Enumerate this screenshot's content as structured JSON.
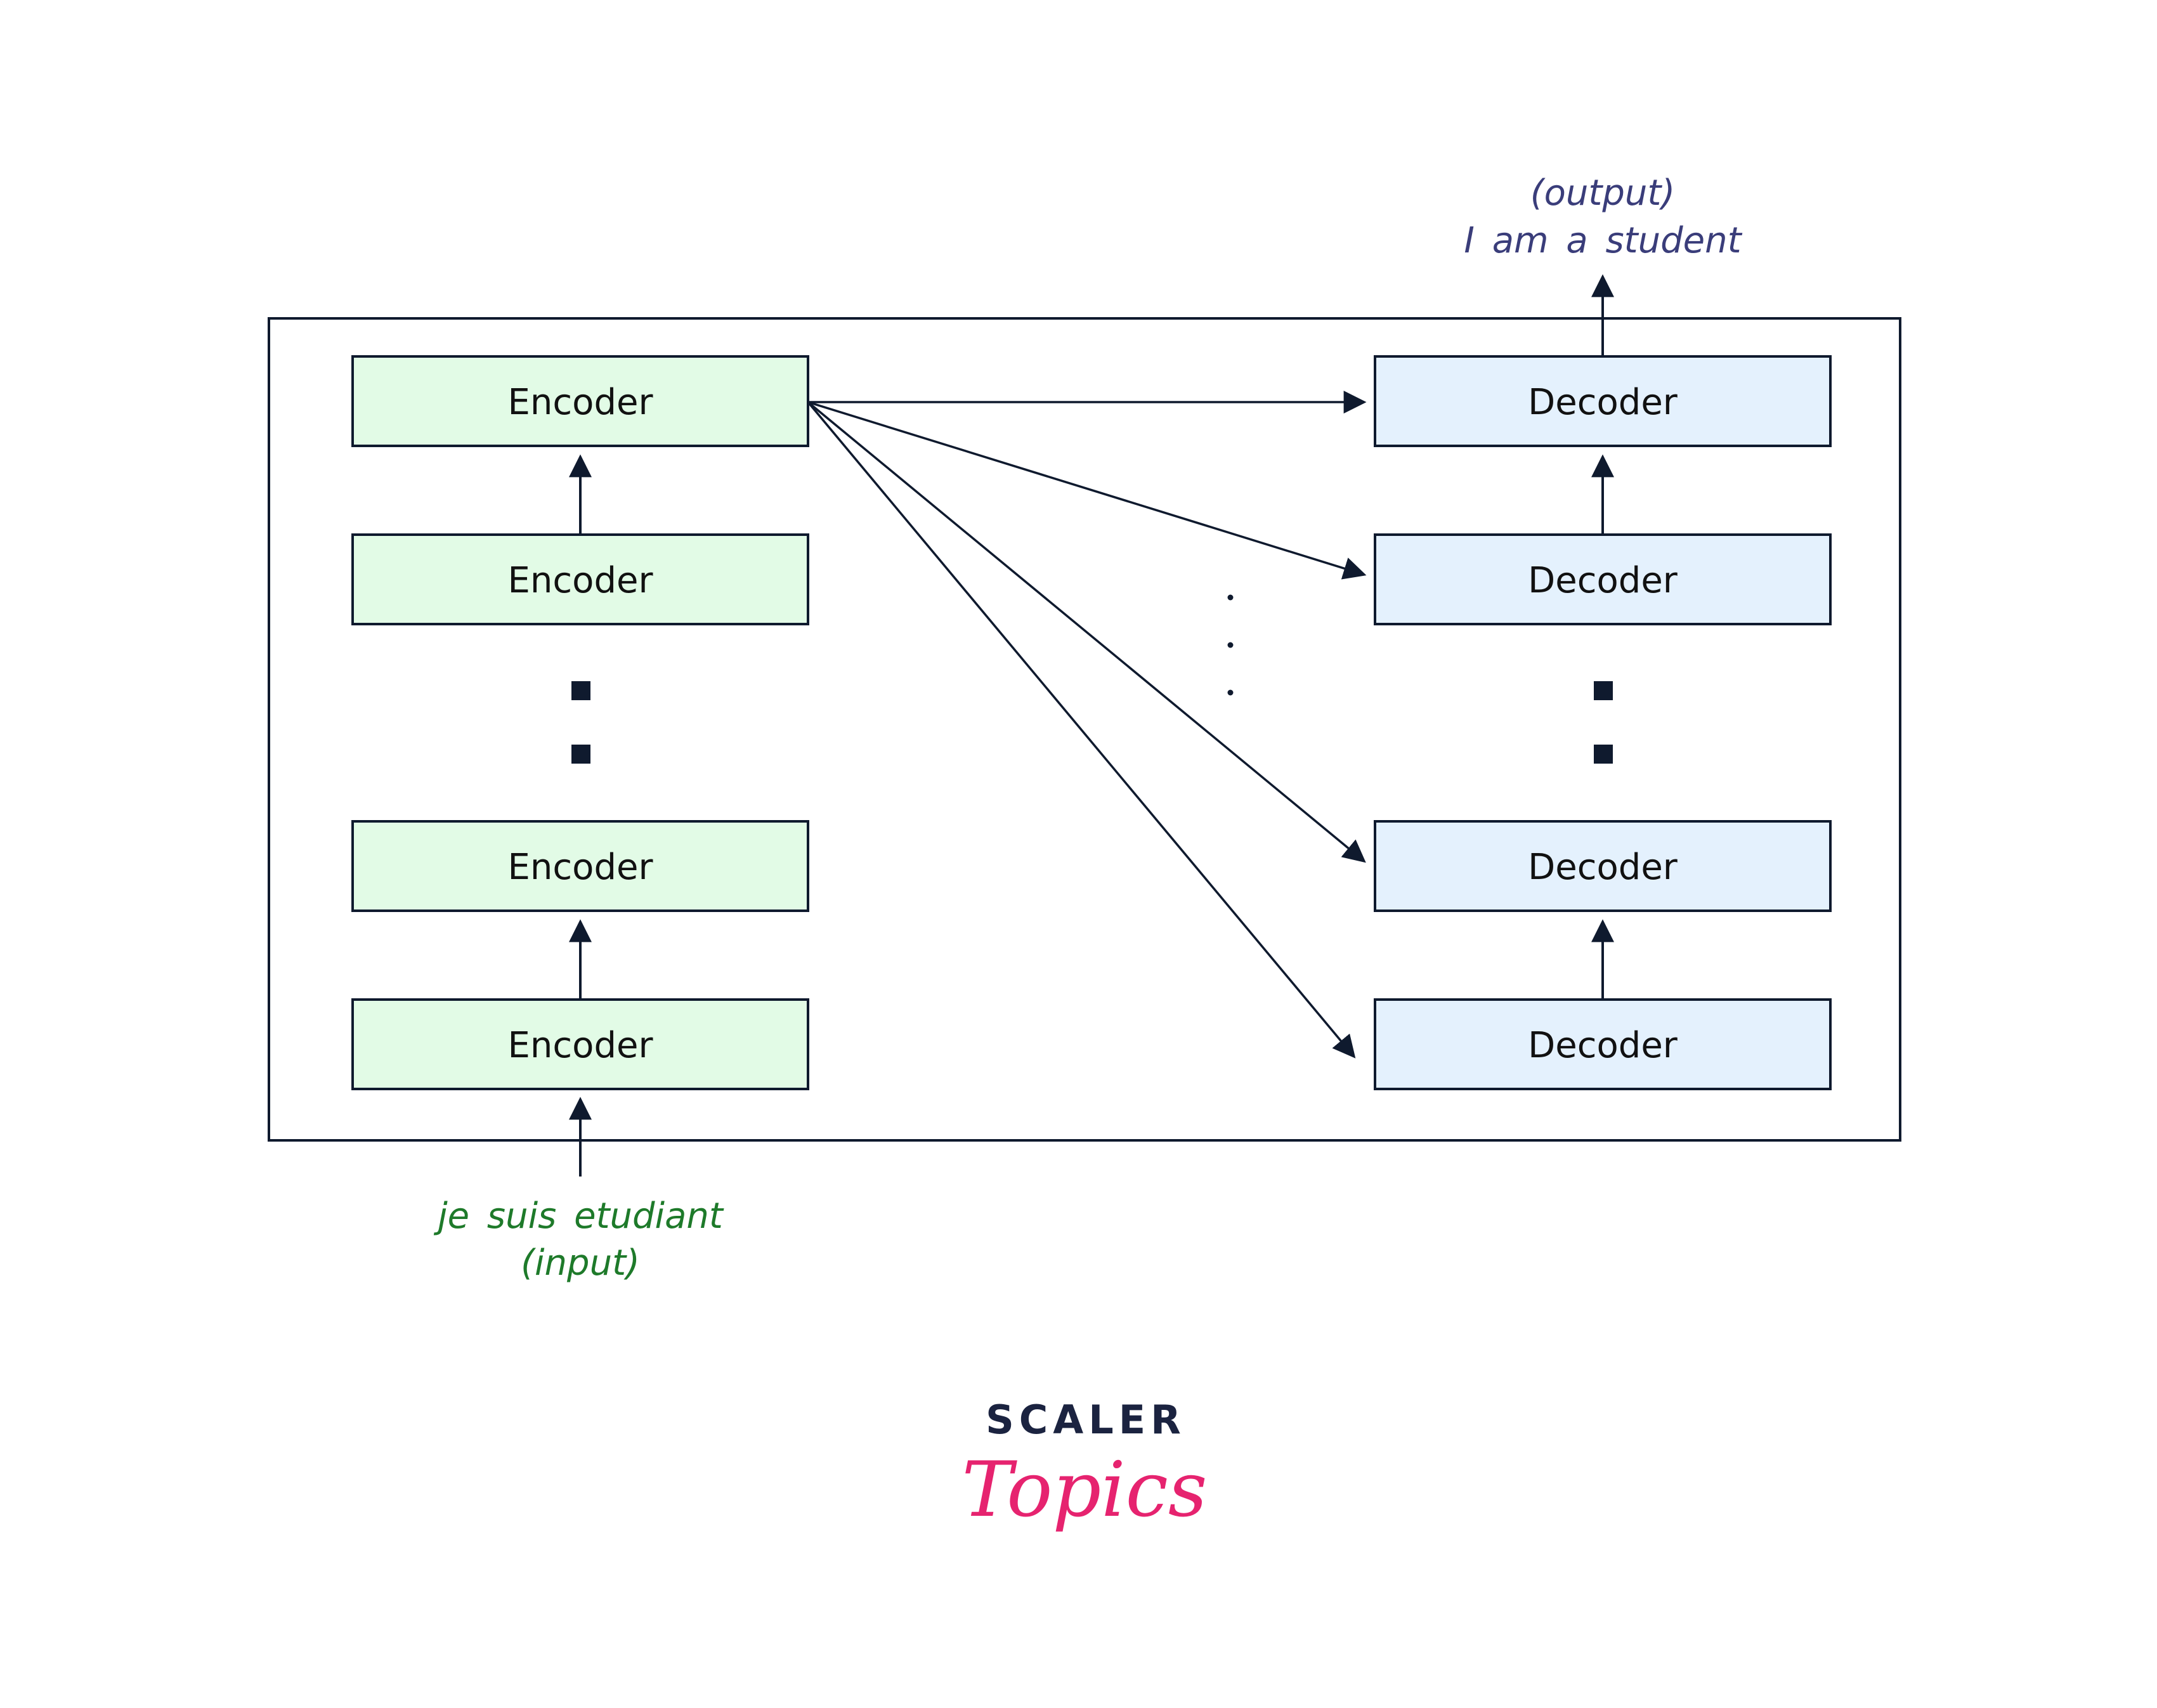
{
  "diagram": {
    "encoders": [
      {
        "label": "Encoder"
      },
      {
        "label": "Encoder"
      },
      {
        "label": "Encoder"
      },
      {
        "label": "Encoder"
      }
    ],
    "decoders": [
      {
        "label": "Decoder"
      },
      {
        "label": "Decoder"
      },
      {
        "label": "Decoder"
      },
      {
        "label": "Decoder"
      }
    ],
    "input": {
      "line1": "je suis etudiant",
      "line2": "(input)"
    },
    "output": {
      "line1": "(output)",
      "line2": "I am a student"
    }
  },
  "brand": {
    "name": "SCALER",
    "sub": "Topics"
  },
  "colors": {
    "encoder_fill": "#e2fbe6",
    "decoder_fill": "#e4f1fd",
    "stroke": "#0f1a2e",
    "input_text": "#1e7a2a",
    "output_text": "#3a3d7a",
    "brand_dark": "#1b2340",
    "brand_pink": "#e6236f"
  }
}
